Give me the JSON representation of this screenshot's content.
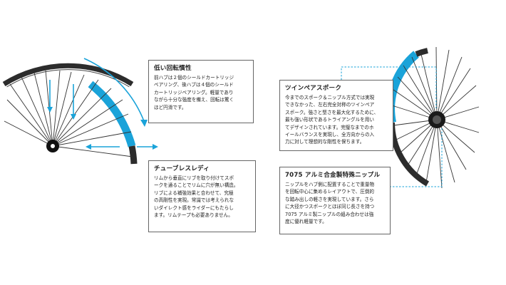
{
  "colors": {
    "accent": "#1aa3d9",
    "rim": "#2c2c2c",
    "border": "#666666"
  },
  "callouts": {
    "low_rotation": {
      "title": "低い回転慣性",
      "lines": [
        "前ハブは２個のシールドカートリッジ",
        "ベアリング、後ハブは４個のシールド",
        "カートリッジベアリング。軽量であり",
        "ながら十分な強度を備え、回転は驚く",
        "ほど円滑です。"
      ]
    },
    "tubeless": {
      "title": "チューブレスレディ",
      "lines": [
        "リムから垂直にリブを取り付けてスポ",
        "ークを通ることでリムに穴が無い構造。",
        "リブによる補強効果と合わせて、究極",
        "の高剛性を実現。常識では考えられな",
        "いダイレクト感をライダーにもたらし",
        "ます。リムテープも必要ありません。"
      ]
    },
    "twin_pair": {
      "title": "ツインペアスポーク",
      "lines": [
        "今までのスポーク＆ニップル方式では実現",
        "できなかった、左右完全対称のツインペア",
        "スポーク。強さと堅さを最大化するために、",
        "最も強い形状であるトライアングルを用い",
        "てデザインされています。完璧なまでのホ",
        "イールバランスを実現し、全方向からの入",
        "力に対して理想的な剛性を保ちます。"
      ]
    },
    "nipple": {
      "title": "7075 アルミ合金製特殊ニップル",
      "lines": [
        "ニップルをハブ側に配置することで重量物",
        "を回転中心に集めるレイアウトで、圧倒的",
        "な踏み出しの軽さを実現しています。さら",
        "に大径かつスポークとほぼ同じ長さを持つ",
        "7075 アルミ製ニップルの組み合わせは強",
        "度に優れ軽量です。"
      ]
    }
  }
}
